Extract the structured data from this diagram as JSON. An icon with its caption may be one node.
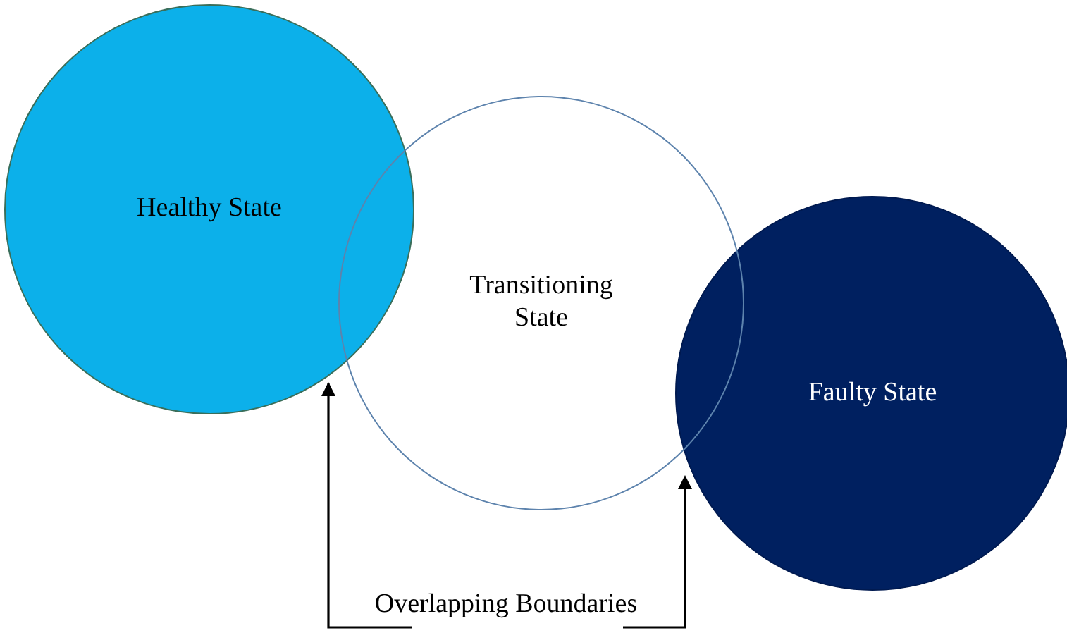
{
  "diagram": {
    "nodes": [
      {
        "text": [
          "Healthy State"
        ]
      },
      {
        "text": [
          "Transitioning State"
        ]
      },
      {
        "text": [
          "Faulty State"
        ]
      },
      {
        "text": [
          "Overlapping Boundaries"
        ]
      }
    ],
    "edges": [
      {
        "from": 3,
        "to": 1,
        "arrow": "to"
      },
      {
        "from": 3,
        "to": 2,
        "arrow": "to"
      }
    ]
  }
}
